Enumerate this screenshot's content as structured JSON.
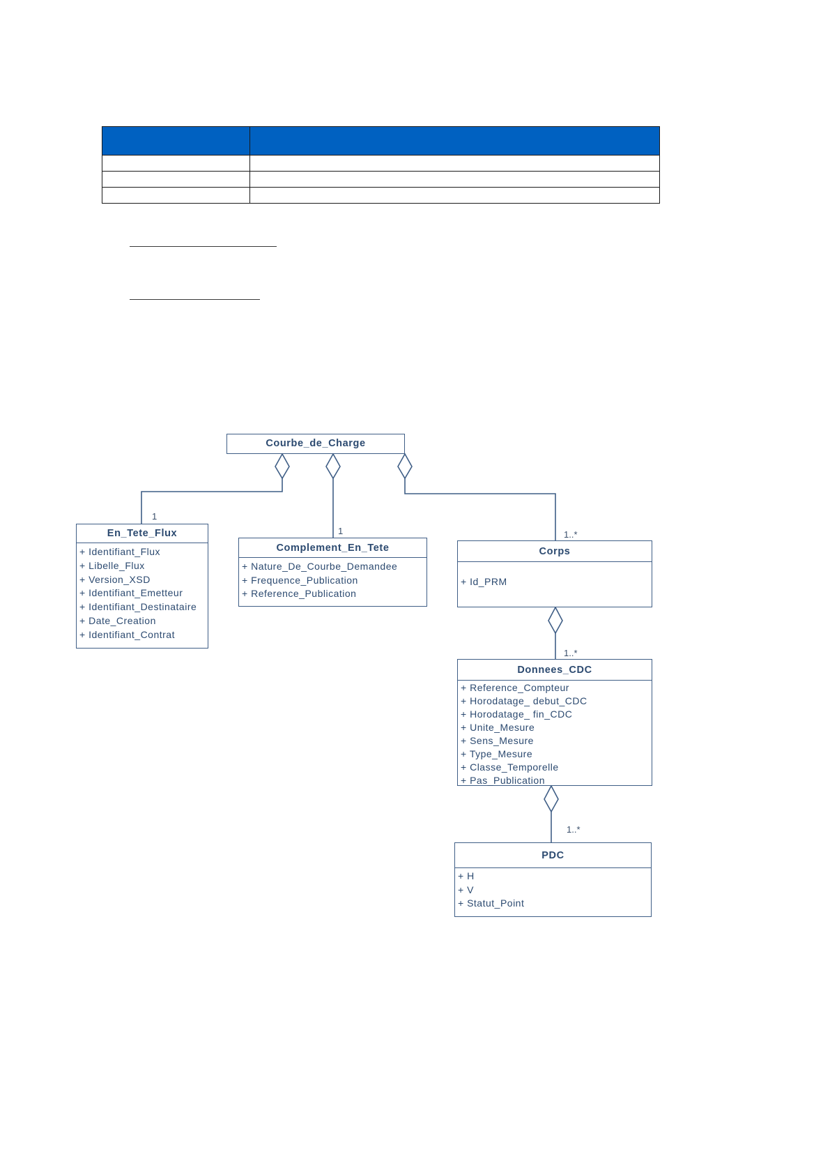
{
  "table": {
    "header": [
      "",
      ""
    ],
    "rows": [
      [
        "",
        ""
      ],
      [
        "",
        ""
      ],
      [
        "",
        ""
      ]
    ]
  },
  "colors": {
    "table_header": "#0061c1",
    "uml_line": "#3f5e86",
    "uml_text": "#2c4a70"
  },
  "diagram": {
    "classes": {
      "courbe_de_charge": {
        "name": "Courbe_de_Charge",
        "attributes": []
      },
      "en_tete_flux": {
        "name": "En_Tete_Flux",
        "attributes": [
          "Identifiant_Flux",
          "Libelle_Flux",
          "Version_XSD",
          "Identifiant_Emetteur",
          "Identifiant_Destinataire",
          "Date_Creation",
          "Identifiant_Contrat"
        ]
      },
      "complement_en_tete": {
        "name": "Complement_En_Tete",
        "attributes": [
          "Nature_De_Courbe_Demandee",
          "Frequence_Publication",
          "Reference_Publication"
        ]
      },
      "corps": {
        "name": "Corps",
        "attributes": [
          "Id_PRM"
        ]
      },
      "donnees_cdc": {
        "name": "Donnees_CDC",
        "attributes": [
          "Reference_Compteur",
          "Horodatage_ debut_CDC",
          "Horodatage_ fin_CDC",
          "Unite_Mesure",
          "Sens_Mesure",
          "Type_Mesure",
          "Classe_Temporelle",
          "Pas_Publication"
        ]
      },
      "pdc": {
        "name": "PDC",
        "attributes": [
          "H",
          "V",
          "Statut_Point"
        ]
      }
    },
    "associations": [
      {
        "from": "Courbe_de_Charge",
        "to": "En_Tete_Flux",
        "kind": "aggregation",
        "multiplicity": "1"
      },
      {
        "from": "Courbe_de_Charge",
        "to": "Complement_En_Tete",
        "kind": "aggregation",
        "multiplicity": "1"
      },
      {
        "from": "Courbe_de_Charge",
        "to": "Corps",
        "kind": "aggregation",
        "multiplicity": "1..*"
      },
      {
        "from": "Corps",
        "to": "Donnees_CDC",
        "kind": "aggregation",
        "multiplicity": "1..*"
      },
      {
        "from": "Donnees_CDC",
        "to": "PDC",
        "kind": "aggregation",
        "multiplicity": "1..*"
      }
    ]
  }
}
